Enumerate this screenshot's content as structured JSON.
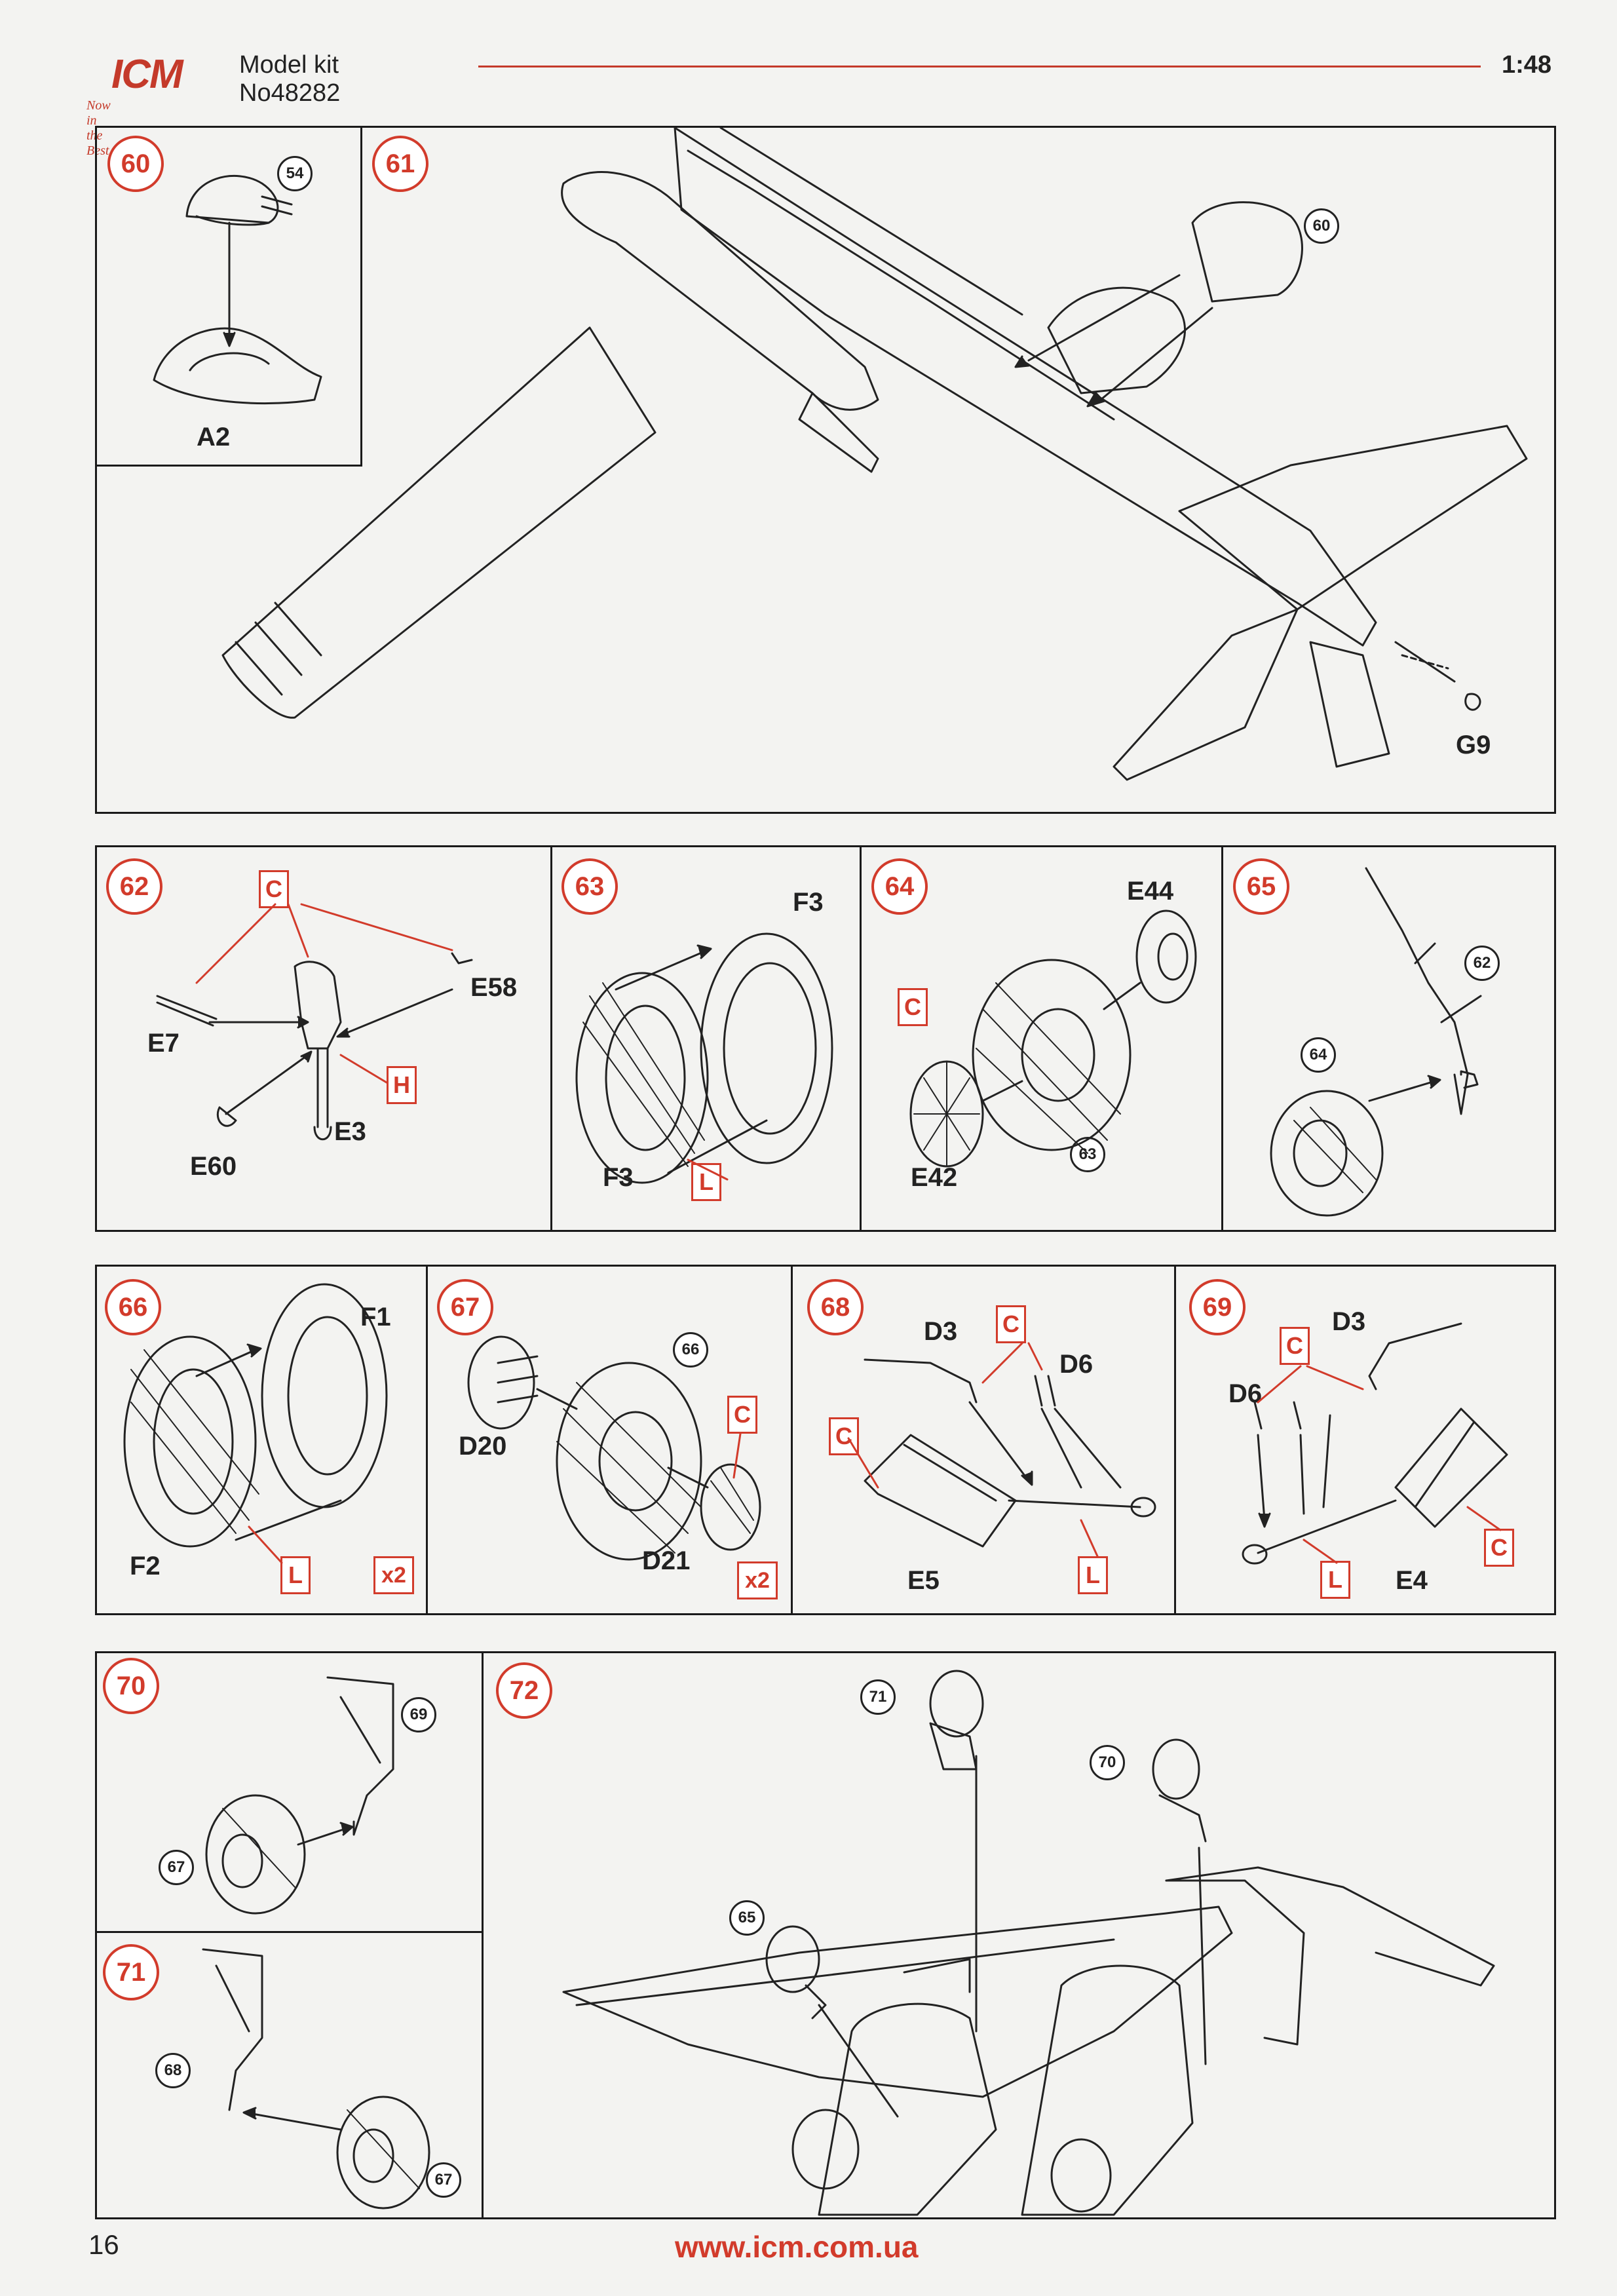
{
  "header": {
    "logo_text": "ICM",
    "logo_tagline": "Now in the Best",
    "title": "Model kit No48282",
    "scale": "1:48"
  },
  "steps": {
    "s60": {
      "number": "60",
      "parts": [
        "A2"
      ],
      "refs": [
        "54"
      ]
    },
    "s61": {
      "number": "61",
      "parts": [
        "G9"
      ],
      "refs": [
        "60"
      ]
    },
    "s62": {
      "number": "62",
      "parts": [
        "E7",
        "E58",
        "E3",
        "E60"
      ],
      "tags": [
        "C",
        "H"
      ]
    },
    "s63": {
      "number": "63",
      "parts": [
        "F3",
        "F3"
      ],
      "tags": [
        "L"
      ]
    },
    "s64": {
      "number": "64",
      "parts": [
        "E44",
        "E42"
      ],
      "tags": [
        "C"
      ],
      "refs": [
        "63"
      ]
    },
    "s65": {
      "number": "65",
      "refs": [
        "62",
        "64"
      ]
    },
    "s66": {
      "number": "66",
      "parts": [
        "F1",
        "F2"
      ],
      "tags": [
        "L"
      ],
      "qty": "x2"
    },
    "s67": {
      "number": "67",
      "parts": [
        "D20",
        "D21"
      ],
      "tags": [
        "C"
      ],
      "refs": [
        "66"
      ],
      "qty": "x2"
    },
    "s68": {
      "number": "68",
      "parts": [
        "D3",
        "D6",
        "E5"
      ],
      "tags": [
        "C",
        "C",
        "L"
      ]
    },
    "s69": {
      "number": "69",
      "parts": [
        "D3",
        "D6",
        "E4"
      ],
      "tags": [
        "C",
        "L",
        "C"
      ]
    },
    "s70": {
      "number": "70",
      "refs": [
        "69",
        "67"
      ]
    },
    "s71": {
      "number": "71",
      "refs": [
        "68",
        "67"
      ]
    },
    "s72": {
      "number": "72",
      "refs": [
        "71",
        "70",
        "65"
      ]
    }
  },
  "footer": {
    "page_number": "16",
    "url": "www.icm.com.ua"
  },
  "colors": {
    "accent_red": "#d23b2b",
    "line": "#1a1a1a",
    "paper": "#f3f3f1"
  }
}
